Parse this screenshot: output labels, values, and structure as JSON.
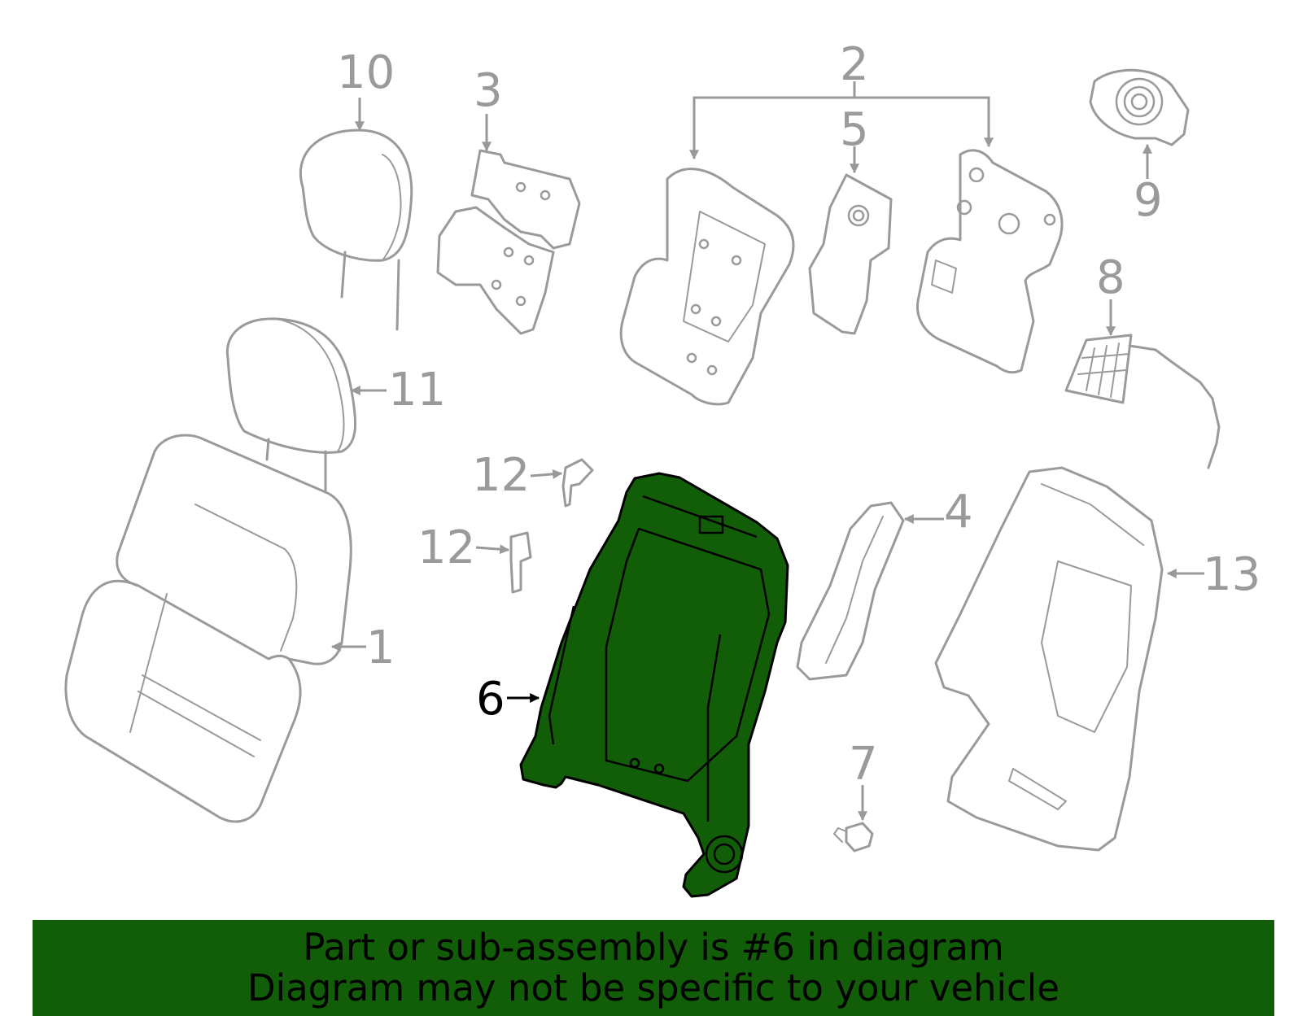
{
  "callouts": {
    "c1": "1",
    "c2": "2",
    "c3": "3",
    "c4": "4",
    "c5": "5",
    "c6": "6",
    "c7": "7",
    "c8": "8",
    "c9": "9",
    "c10": "10",
    "c11": "11",
    "c12a": "12",
    "c12b": "12",
    "c13": "13"
  },
  "highlighted_part": "6",
  "colors": {
    "highlight_fill": "#125d08",
    "outline_gray": "#9a9a9a",
    "label_gray": "#9a9a9a",
    "banner_bg": "#125d08"
  },
  "banner": {
    "line1": "Part or sub-assembly is #6 in diagram",
    "line2": "Diagram may not be specific to your vehicle"
  }
}
